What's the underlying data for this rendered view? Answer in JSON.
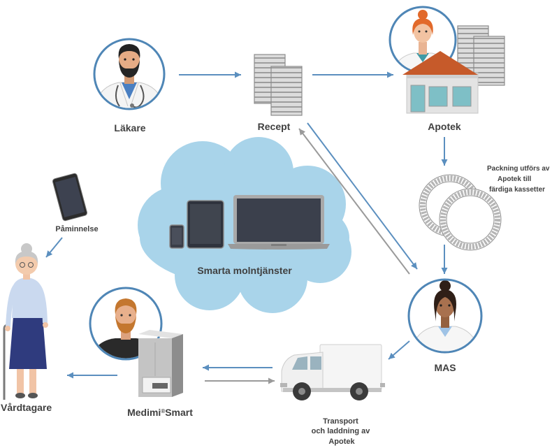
{
  "nodes": {
    "lakare": "Läkare",
    "recept": "Recept",
    "apotek": "Apotek",
    "mas": "MAS",
    "medimi_smart": {
      "prefix": "Medimi",
      "mark": "®",
      "suffix": "Smart"
    },
    "vardtagare": "Vårdtagare",
    "paminnelse": "Påminnelse",
    "cloud": "Smarta molntjänster"
  },
  "notes": {
    "packning": [
      "Packning utförs av",
      "Apotek till",
      "färdiga kassetter"
    ],
    "transport": [
      "Transport",
      "och laddning av",
      "Apotek"
    ]
  },
  "icons": [
    "doctor-avatar",
    "prescription-documents-icon",
    "pharmacist-avatar",
    "pharmacy-building-icon",
    "medication-cassettes-icon",
    "mas-nurse-avatar",
    "delivery-van-icon",
    "medimi-smart-dispenser-icon",
    "caregiver-avatar",
    "elderly-patient-figure",
    "reminder-phone-icon",
    "cloud-icon",
    "smartphone-icon",
    "tablet-icon",
    "laptop-icon"
  ],
  "colors": {
    "arrow_primary": "#5b8fbf",
    "arrow_secondary": "#9a9a9a",
    "cloud": "#a9d4ea",
    "circle_border": "#4f86b6",
    "label": "#404040"
  }
}
